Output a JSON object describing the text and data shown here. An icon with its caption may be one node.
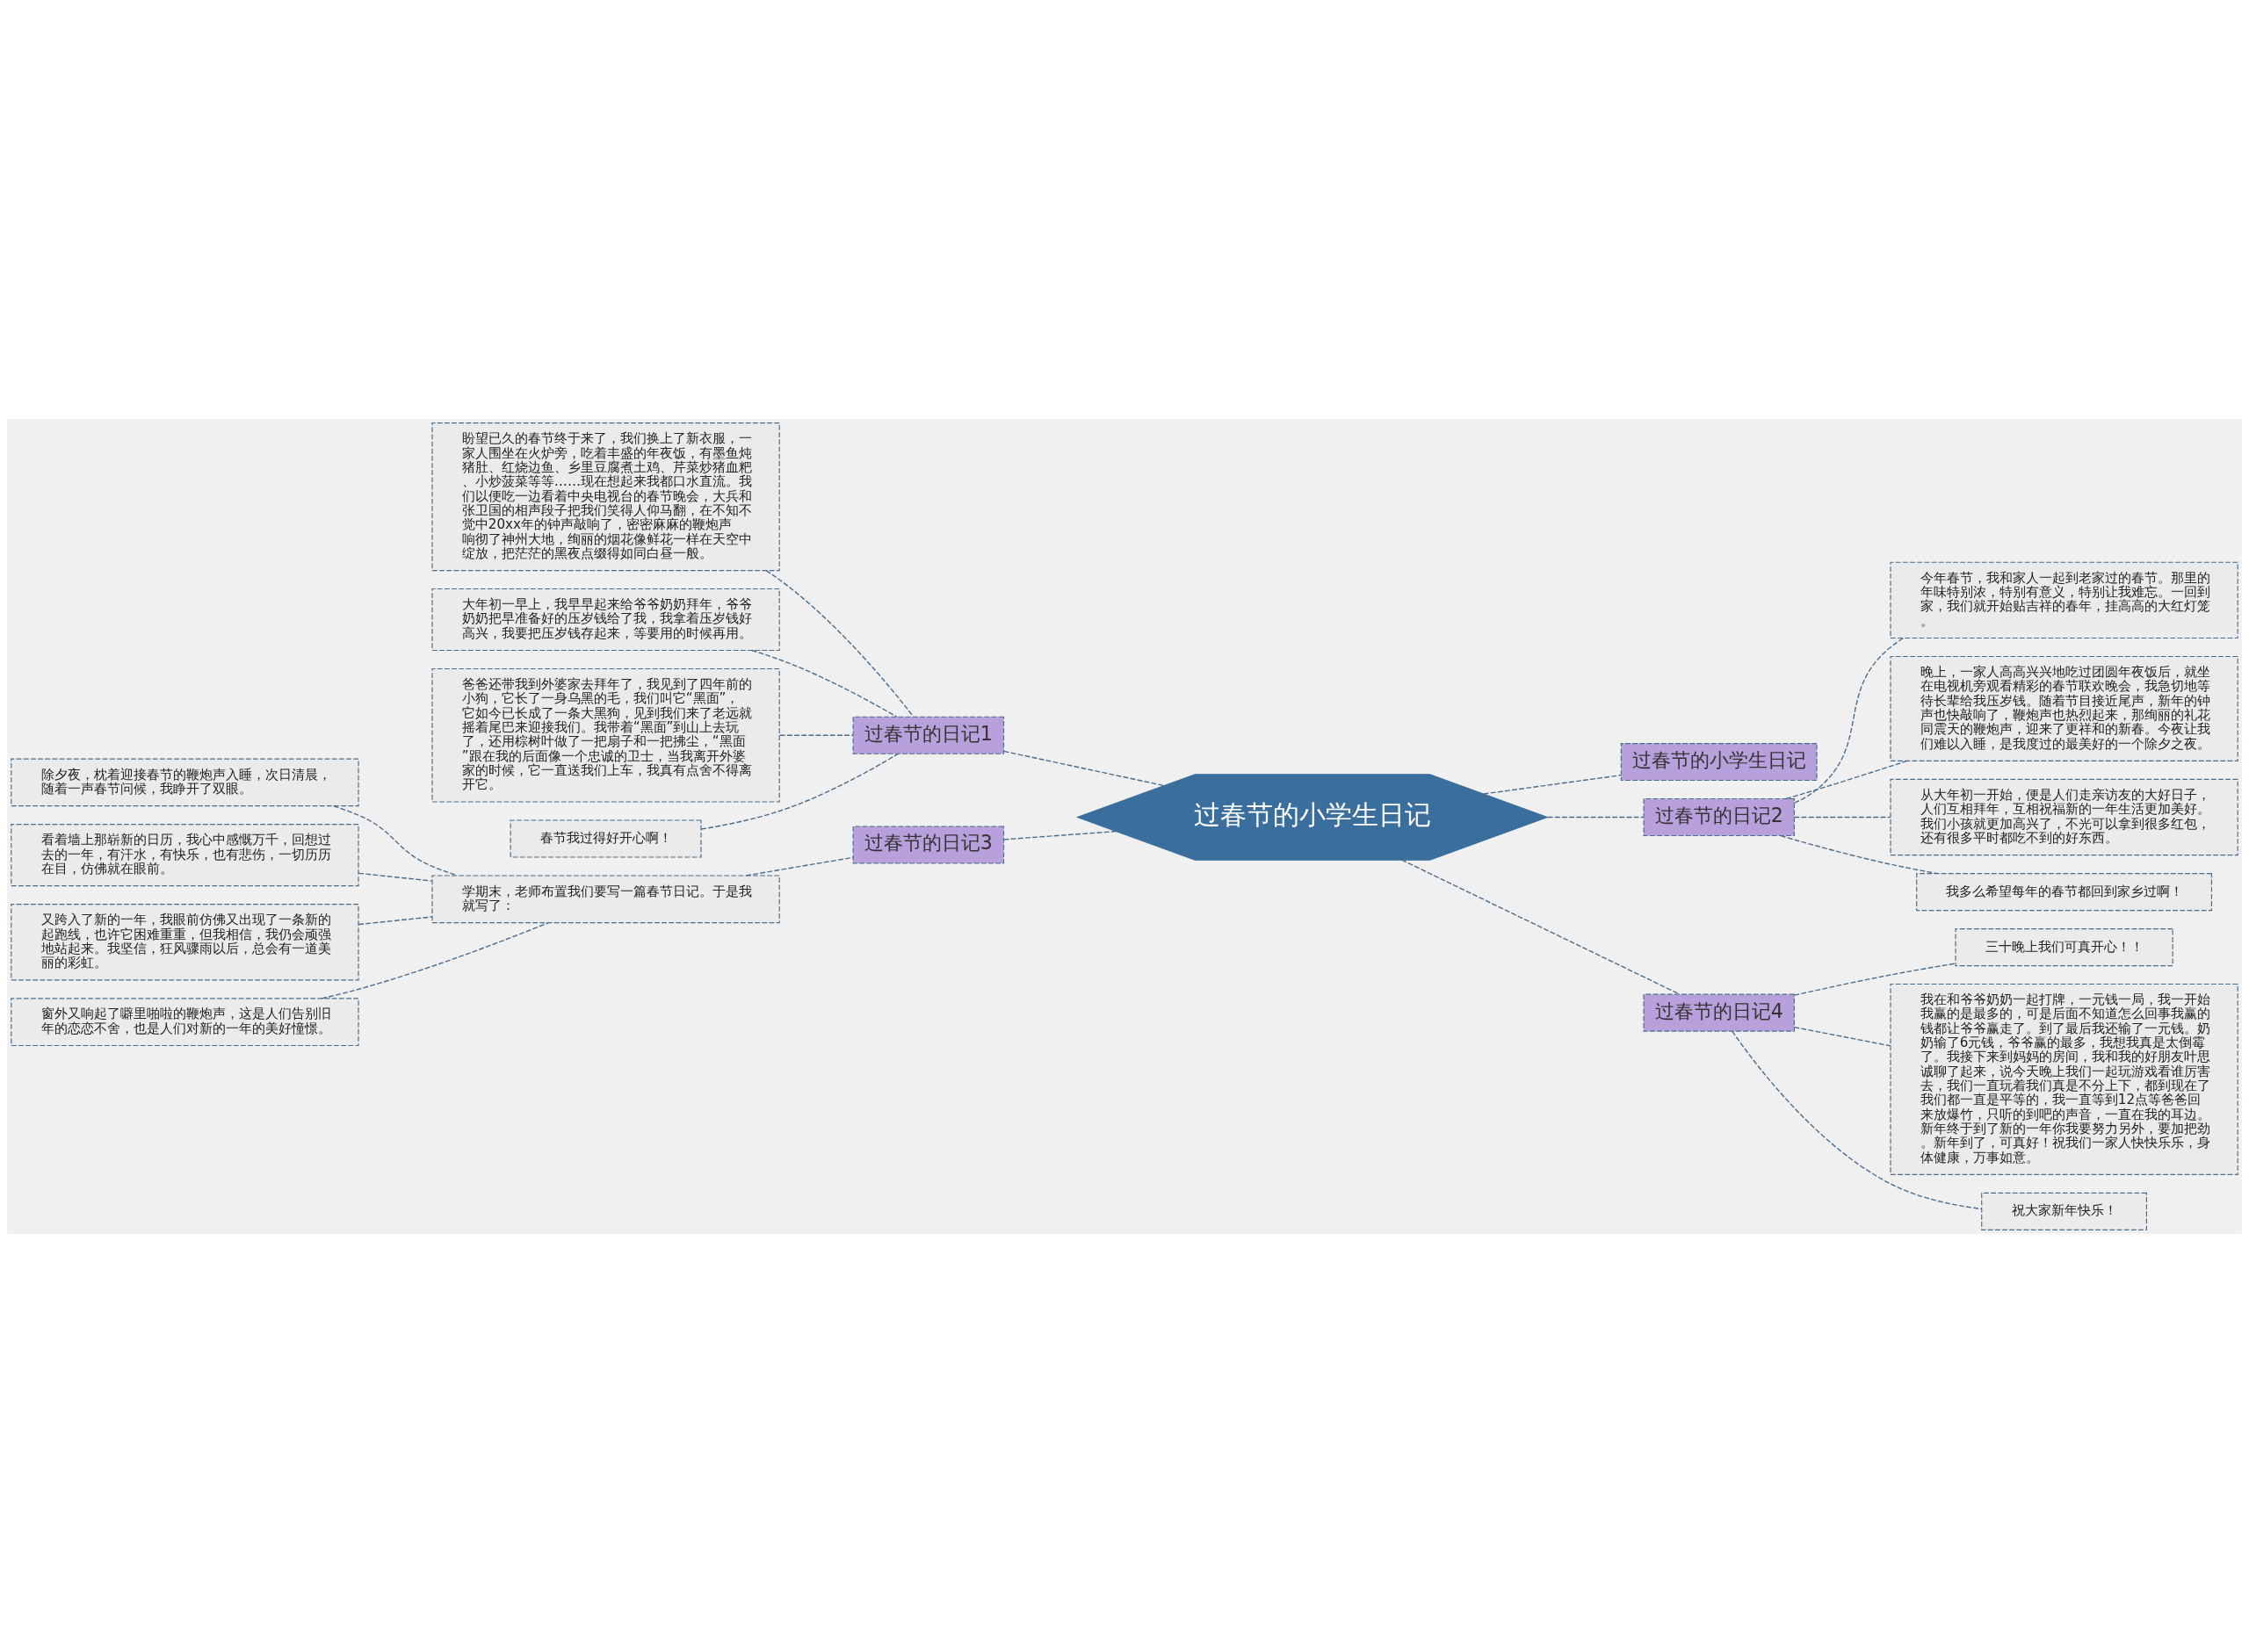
{
  "diagram": {
    "nodes": [
      {
        "text": [
          "过春节的小学生日记"
        ]
      },
      {
        "text": [
          "过春节的日记1"
        ]
      },
      {
        "text": [
          "盼望已久的春节终于来了，我们换上了新衣服，一家人围坐在火炉旁，吃着丰盛的年夜饭，有墨鱼炖猪肚、红烧边鱼、乡里豆腐煮土鸡、芹菜炒猪血粑、小炒菠菜等等……现在想起来我都口水直流。我们以便吃一边看着中央电视台的春节晚会，大兵和张卫国的相声段子把我们笑得人仰马翻，在不知不觉中20xx年的钟声敲响了，密密麻麻的鞭炮声响彻了神州大地，绚丽的烟花像鲜花一样在天空中绽放，把茫茫的黑夜点缀得如同白昼一般。"
        ]
      },
      {
        "text": [
          "大年初一早上，我早早起来给爷爷奶奶拜年，爷爷奶奶把早准备好的压岁钱给了我，我拿着压岁钱好高兴，我要把压岁钱存起来，等要用的时候再用。"
        ]
      },
      {
        "text": [
          "爸爸还带我到外婆家去拜年了，我见到了四年前的小狗，它长了一身乌黑的毛，我们叫它“黑面”，它如今已长成了一条大黑狗，见到我们来了老远就摇着尾巴来迎接我们。我带着“黑面”到山上去玩了，还用棕树叶做了一把扇子和一把拂尘，“黑面”跟在我的后面像一个忠诚的卫士，当我离开外婆家的时候，它一直送我们上车，我真有点舍不得离开它。"
        ]
      },
      {
        "text": [
          "春节我过得好开心啊！"
        ]
      },
      {
        "text": [
          "过春节的日记3"
        ]
      },
      {
        "text": [
          "学期末，老师布置我们要写一篇春节日记。于是我就写了："
        ]
      },
      {
        "text": [
          "除夕夜，枕着迎接春节的鞭炮声入睡，次日清晨，随着一声春节问候，我睁开了双眼。"
        ]
      },
      {
        "text": [
          "看着墙上那崭新的日历，我心中感慨万千，回想过去的一年，有汗水，有快乐，也有悲伤，一切历历在目，仿佛就在眼前。"
        ]
      },
      {
        "text": [
          "又跨入了新的一年，我眼前仿佛又出现了一条新的起跑线，也许它困难重重，但我相信，我仍会顽强地站起来。我坚信，狂风骤雨以后，总会有一道美丽的彩虹。"
        ]
      },
      {
        "text": [
          "窗外又响起了噼里啪啦的鞭炮声，这是人们告别旧年的恋恋不舍，也是人们对新的一年的美好憧憬。"
        ]
      },
      {
        "text": [
          "过春节的小学生日记"
        ]
      },
      {
        "text": [
          "过春节的日记2"
        ]
      },
      {
        "text": [
          "今年春节，我和家人一起到老家过的春节。那里的年味特别浓，特别有意义，特别让我难忘。一回到家，我们就开始贴吉祥的春年，挂高高的大红灯笼。"
        ]
      },
      {
        "text": [
          "晚上，一家人高高兴兴地吃过团圆年夜饭后，就坐在电视机旁观看精彩的春节联欢晚会，我急切地等待长辈给我压岁钱。随着节目接近尾声，新年的钟声也快敲响了，鞭炮声也热烈起来，那绚丽的礼花同震天的鞭炮声，迎来了更祥和的新春。今夜让我们难以入睡，是我度过的最美好的一个除夕之夜。"
        ]
      },
      {
        "text": [
          "从大年初一开始，便是人们走亲访友的大好日子，人们互相拜年，互相祝福新的一年生活更加美好。我们小孩就更加高兴了，不光可以拿到很多红包，还有很多平时都吃不到的好东西。"
        ]
      },
      {
        "text": [
          "我多么希望每年的春节都回到家乡过啊！"
        ]
      },
      {
        "text": [
          "过春节的日记4"
        ]
      },
      {
        "text": [
          "三十晚上我们可真开心！！"
        ]
      },
      {
        "text": [
          "我在和爷爷奶奶一起打牌，一元钱一局，我一开始我赢的是最多的，可是后面不知道怎么回事我赢的钱都让爷爷赢走了。到了最后我还输了一元钱。奶奶输了6元钱，爷爷赢的最多，我想我真是太倒霉了。我接下来到妈妈的房间，我和我的好朋友叶思诚聊了起来，说今天晚上我们一起玩游戏看谁厉害去，我们一直玩着我们真是不分上下，都到现在了我们都一直是平等的，我一直等到12点等爸爸回来放爆竹，只听的到吧的声音，一直在我的耳边。新年终于到了新的一年你我要努力另外，要加把劲。新年到了，可真好！祝我们一家人快快乐乐，身体健康，万事如意。"
        ]
      },
      {
        "text": [
          "祝大家新年快乐！"
        ]
      }
    ],
    "edges": [
      {
        "from": 0,
        "to": 1,
        "arrow": "none",
        "style": "dashed"
      },
      {
        "from": 1,
        "to": 2,
        "arrow": "none",
        "style": "dashed"
      },
      {
        "from": 1,
        "to": 3,
        "arrow": "none",
        "style": "dashed"
      },
      {
        "from": 1,
        "to": 4,
        "arrow": "none",
        "style": "dashed"
      },
      {
        "from": 1,
        "to": 5,
        "arrow": "none",
        "style": "dashed"
      },
      {
        "from": 0,
        "to": 6,
        "arrow": "none",
        "style": "dashed"
      },
      {
        "from": 6,
        "to": 7,
        "arrow": "none",
        "style": "dashed"
      },
      {
        "from": 7,
        "to": 8,
        "arrow": "none",
        "style": "dashed"
      },
      {
        "from": 7,
        "to": 9,
        "arrow": "none",
        "style": "dashed"
      },
      {
        "from": 7,
        "to": 10,
        "arrow": "none",
        "style": "dashed"
      },
      {
        "from": 7,
        "to": 11,
        "arrow": "none",
        "style": "dashed"
      },
      {
        "from": 0,
        "to": 12,
        "arrow": "none",
        "style": "dashed"
      },
      {
        "from": 0,
        "to": 13,
        "arrow": "none",
        "style": "dashed"
      },
      {
        "from": 13,
        "to": 14,
        "arrow": "none",
        "style": "dashed"
      },
      {
        "from": 13,
        "to": 15,
        "arrow": "none",
        "style": "dashed"
      },
      {
        "from": 13,
        "to": 16,
        "arrow": "none",
        "style": "dashed"
      },
      {
        "from": 13,
        "to": 17,
        "arrow": "none",
        "style": "dashed"
      },
      {
        "from": 0,
        "to": 18,
        "arrow": "none",
        "style": "dashed"
      },
      {
        "from": 18,
        "to": 19,
        "arrow": "none",
        "style": "dashed"
      },
      {
        "from": 18,
        "to": 20,
        "arrow": "none",
        "style": "dashed"
      },
      {
        "from": 18,
        "to": 21,
        "arrow": "none",
        "style": "dashed"
      }
    ]
  }
}
